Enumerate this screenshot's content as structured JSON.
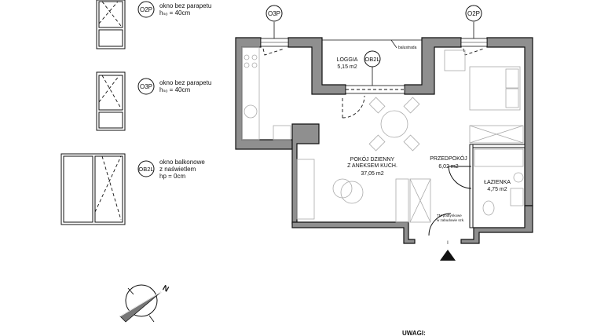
{
  "legend": [
    {
      "tag": "O2P",
      "lines": [
        "okno bez parapetu",
        "hₛₒ = 40cm"
      ]
    },
    {
      "tag": "O3P",
      "lines": [
        "okno bez parapetu",
        "hₛₒ = 40cm"
      ]
    },
    {
      "tag": "OB2L",
      "lines": [
        "okno balkonowe",
        "z naświetlem",
        "hp = 0cm"
      ]
    }
  ],
  "plan": {
    "window_tags": {
      "left": "O3P",
      "right": "O2P",
      "loggia": "OB2L"
    },
    "balustrade": "balustrada",
    "rooms": [
      {
        "name": "LOGGIA",
        "area": "5,15 m2"
      },
      {
        "name": "POKÓJ DZIENNY",
        "name2": "Z ANEKSEM KUCH.",
        "area": "37,05 m2"
      },
      {
        "name": "PRZEDPOKÓJ",
        "area": "6,02 m2"
      },
      {
        "name": "ŁAZIENKA",
        "area": "4,75 m2"
      }
    ],
    "tm_note": [
      "TM podtynkowe",
      "w zabudowie szk."
    ],
    "entrance_marker": "I"
  },
  "compass": {
    "north_label": "N"
  },
  "notes_heading": "UWAGI:",
  "colors": {
    "wall": "#8f8f8f",
    "line": "#111111",
    "furniture": "#aaaaaa"
  }
}
